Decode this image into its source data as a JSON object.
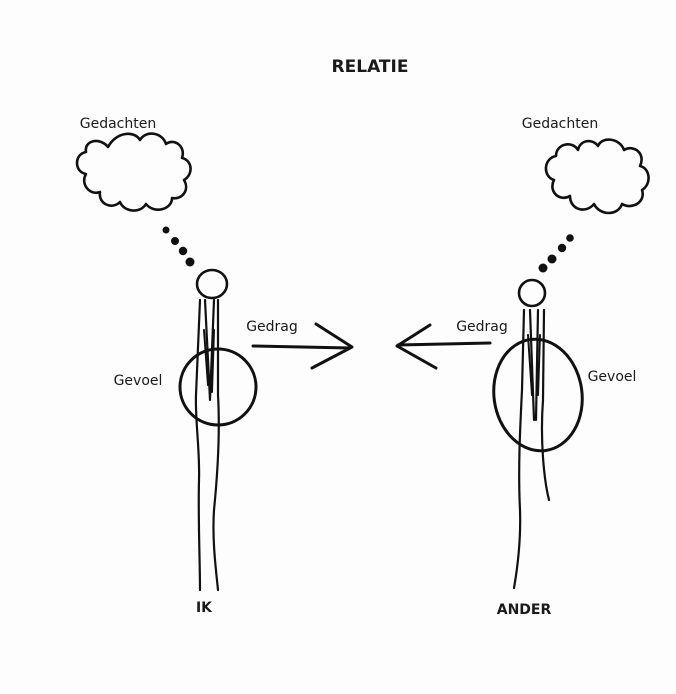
{
  "title": "RELATIE",
  "left_figure": {
    "thoughts_label": "Gedachten",
    "behavior_label": "Gedrag",
    "feeling_label": "Gevoel",
    "name": "IK"
  },
  "right_figure": {
    "thoughts_label": "Gedachten",
    "behavior_label": "Gedrag",
    "feeling_label": "Gevoel",
    "name": "ANDER"
  }
}
